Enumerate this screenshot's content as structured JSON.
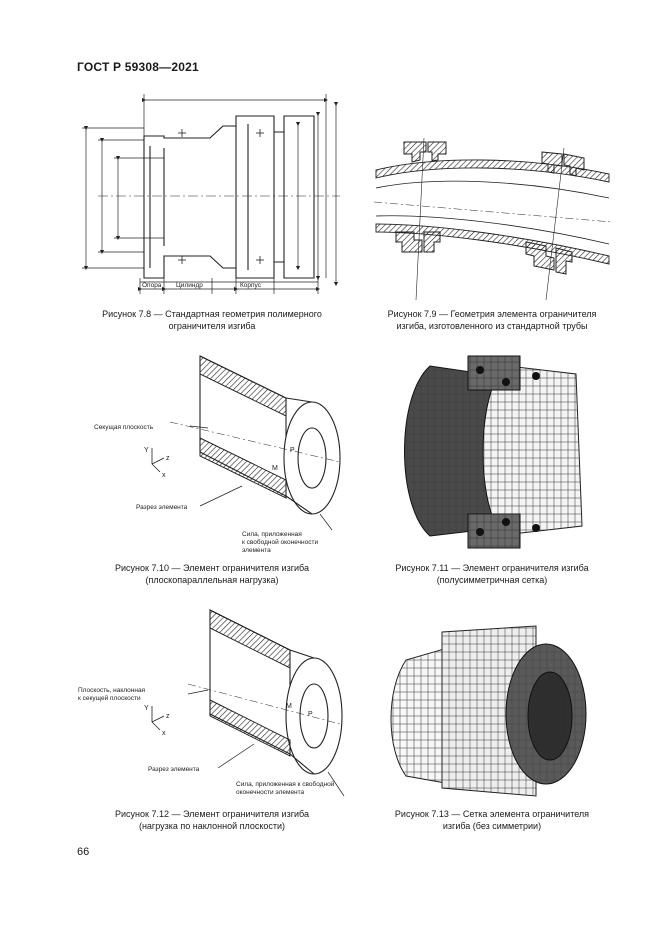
{
  "header": {
    "standard": "ГОСТ Р 59308—2021"
  },
  "page": {
    "number": "66"
  },
  "figures": {
    "fig_7_8": {
      "caption_line1": "Рисунок 7.8 — Стандартная геометрия полимерного",
      "caption_line2": "ограничителя изгиба",
      "label_support": "Опора",
      "label_cylinder": "Цилиндр",
      "label_body": "Корпус"
    },
    "fig_7_9": {
      "caption_line1": "Рисунок 7.9 — Геометрия элемента ограничителя",
      "caption_line2": "изгиба, изготовленного из стандартной трубы"
    },
    "fig_7_10": {
      "caption_line1": "Рисунок 7.10 — Элемент ограничителя изгиба",
      "caption_line2": "(плоскопараллельная нагрузка)",
      "label_plane": "Секущая плоскость",
      "label_section": "Разрез элемента",
      "label_force_1": "Сила, приложенная",
      "label_force_2": "к свободной оконечности",
      "label_force_3": "элемента",
      "axis_y": "Y",
      "axis_x": "x",
      "axis_z": "z",
      "label_m": "M",
      "label_p": "P"
    },
    "fig_7_11": {
      "caption_line1": "Рисунок 7.11 — Элемент ограничителя изгиба",
      "caption_line2": "(полусимметричная сетка)"
    },
    "fig_7_12": {
      "caption_line1": "Рисунок 7.12 — Элемент ограничителя изгиба",
      "caption_line2": "(нагрузка по наклонной плоскости)",
      "label_plane_1": "Плоскость, наклонная",
      "label_plane_2": "к секущей плоскости",
      "label_section": "Разрез элемента",
      "label_force_1": "Сила, приложенная к свободной",
      "label_force_2": "оконечности элемента",
      "axis_y": "Y",
      "axis_x": "x",
      "axis_z": "z",
      "label_m": "M",
      "label_p": "P"
    },
    "fig_7_13": {
      "caption_line1": "Рисунок 7.13 — Сетка элемента ограничителя",
      "caption_line2": "изгиба (без симметрии)"
    }
  }
}
